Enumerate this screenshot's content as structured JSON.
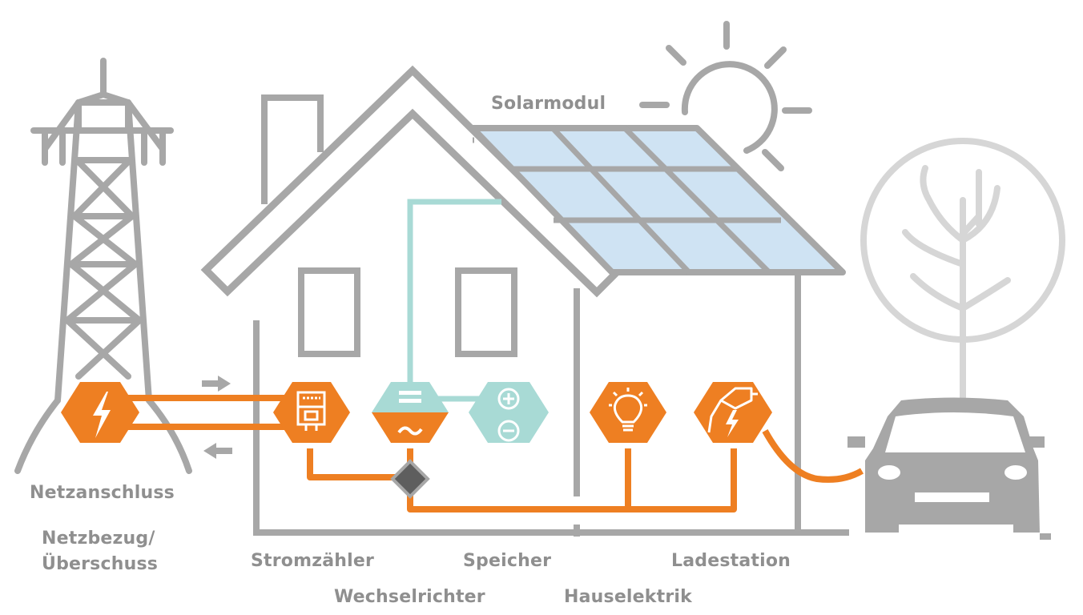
{
  "labels": {
    "solar_module": "Solarmodul",
    "grid_connection": "Netzanschluss",
    "grid_import_surplus": "Netzbezug/ Überschuss",
    "grid_import_line1": "Netzbezug/",
    "grid_import_line2": "Überschuss",
    "electricity_meter": "Stromzähler",
    "inverter": "Wechselrichter",
    "storage": "Speicher",
    "house_electrics": "Hauselektrik",
    "charging_station": "Ladestation"
  },
  "icons": {
    "grid": "lightning-icon",
    "meter": "electricity-meter-icon",
    "inverter": "inverter-icon",
    "storage": "battery-plus-minus-icon",
    "house": "light-bulb-icon",
    "charger": "ev-charger-plug-icon"
  },
  "colors": {
    "orange": "#ee7f22",
    "gray": "#a7a7a7",
    "light_gray": "#d6d6d6",
    "teal": "#a8dad5",
    "solar_panel": "#cfe3f3",
    "label": "#8f8f8f",
    "diamond": "#5e5e5e"
  }
}
